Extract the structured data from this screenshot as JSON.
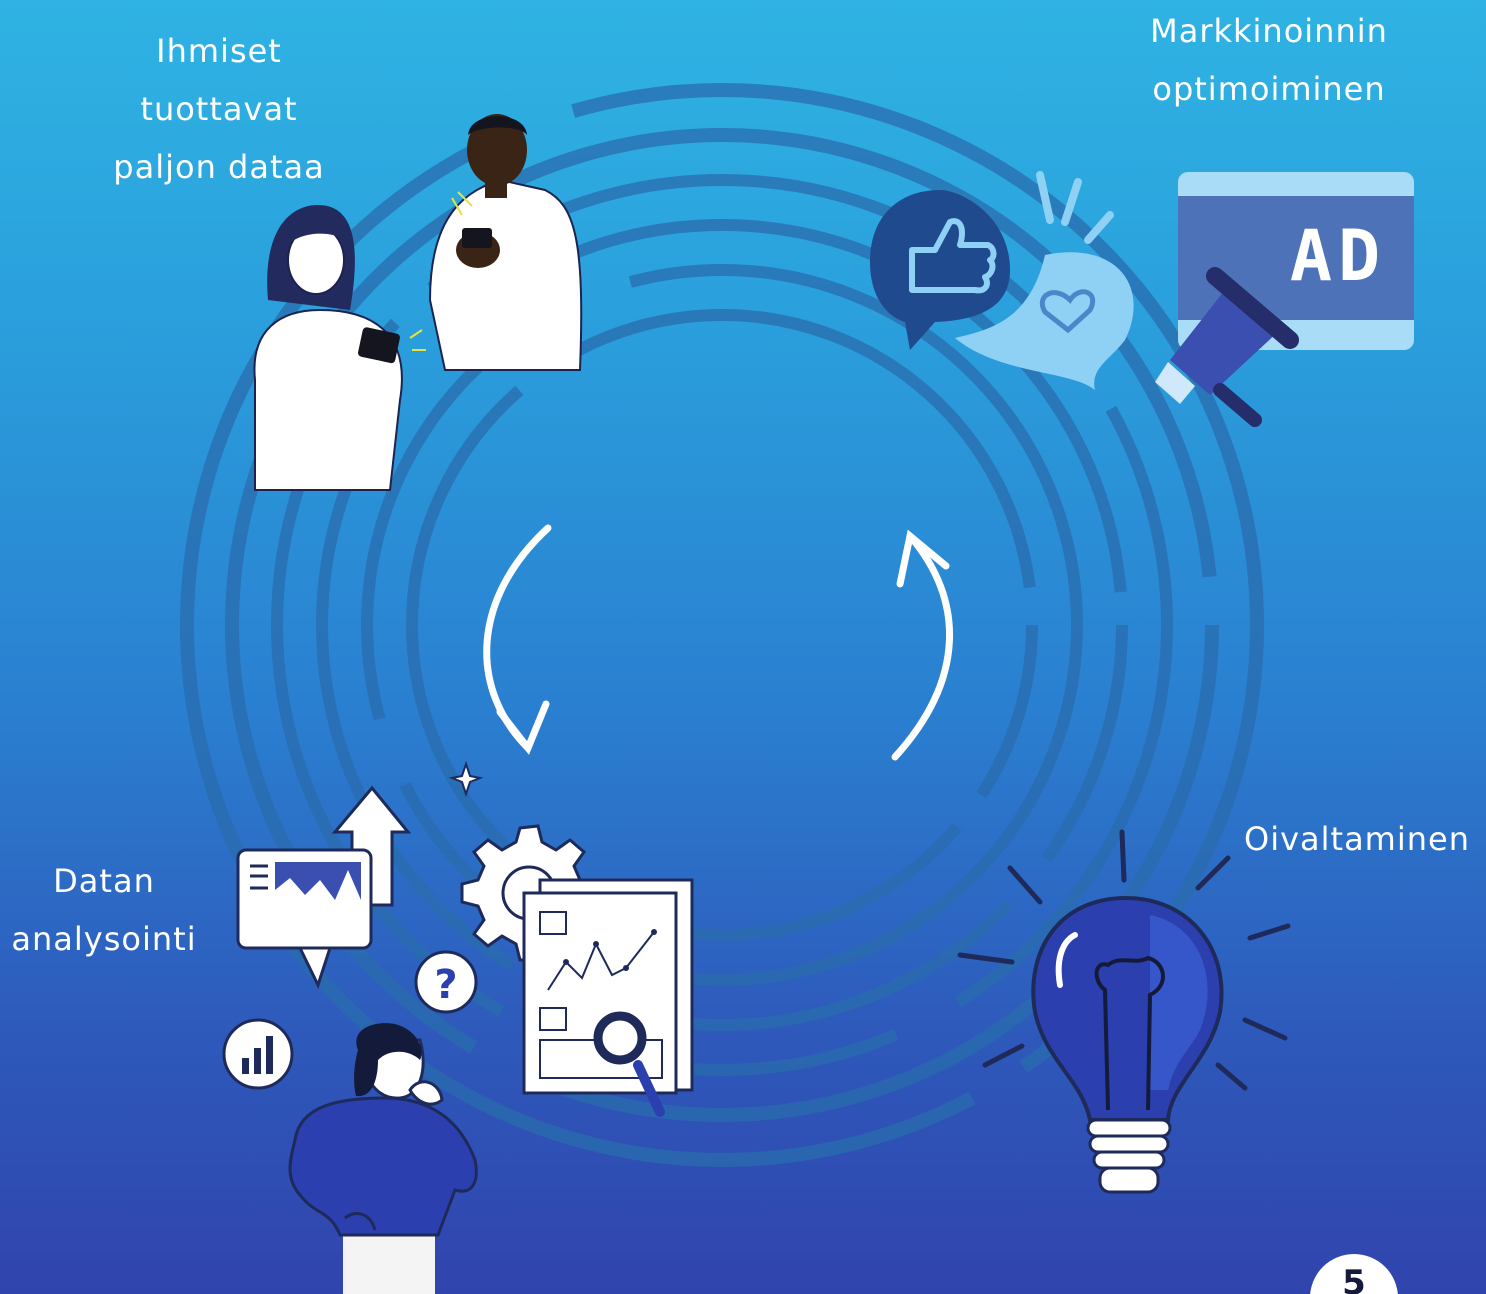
{
  "steps": [
    {
      "id": "people",
      "lines": [
        "Ihmiset",
        "tuottavat",
        "paljon dataa"
      ]
    },
    {
      "id": "marketing",
      "lines": [
        "Markkinoinnin",
        "optimoiminen"
      ]
    },
    {
      "id": "insight",
      "lines": [
        "Oivaltaminen"
      ]
    },
    {
      "id": "analysis",
      "lines": [
        "Datan",
        "analysointi"
      ]
    }
  ],
  "ad_sign": {
    "text": "AD"
  },
  "question_bubble": {
    "text": "?"
  },
  "page_number": {
    "text": "5"
  },
  "colors": {
    "background_top": "#2fb3e3",
    "background_bottom": "#3044ad",
    "maze_ring": "#2a6fb2",
    "dark_blue": "#1e3f8a",
    "mid_blue": "#3a4fb0",
    "light_blue": "#8fd0f5",
    "ad_panel": "#4d72b8",
    "white": "#ffffff"
  },
  "icons": [
    "people-with-phones-illustration",
    "like-speech-bubble-icon",
    "heart-bubble-icon",
    "ad-billboard-icon",
    "megaphone-icon",
    "lightbulb-icon",
    "report-magnifier-icon",
    "gear-icon",
    "growth-chart-icon",
    "bar-chart-badge-icon",
    "thinking-woman-illustration",
    "sparkle-icon",
    "cycle-arrow-icon"
  ]
}
